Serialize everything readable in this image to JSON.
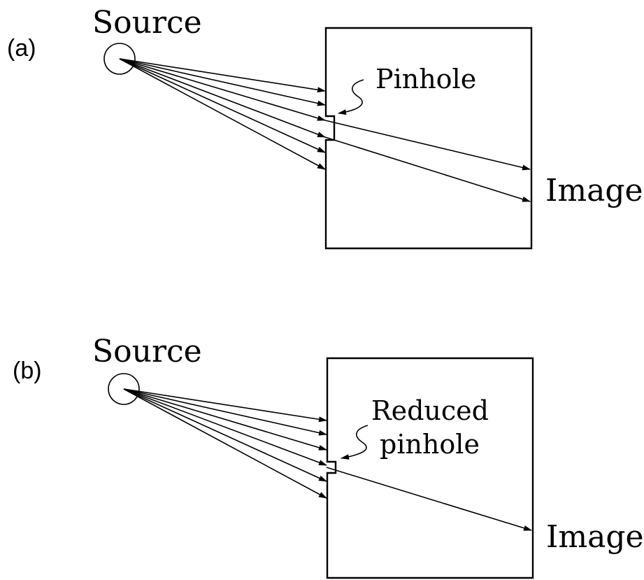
{
  "panels": [
    {
      "id": "a",
      "panel_label": "(a)",
      "source_label": "Source",
      "pinhole_label_lines": [
        "Pinhole"
      ],
      "image_label": "Image"
    },
    {
      "id": "b",
      "panel_label": "(b)",
      "source_label": "Source",
      "pinhole_label_lines": [
        "Reduced",
        "pinhole"
      ],
      "image_label": "Image"
    }
  ]
}
